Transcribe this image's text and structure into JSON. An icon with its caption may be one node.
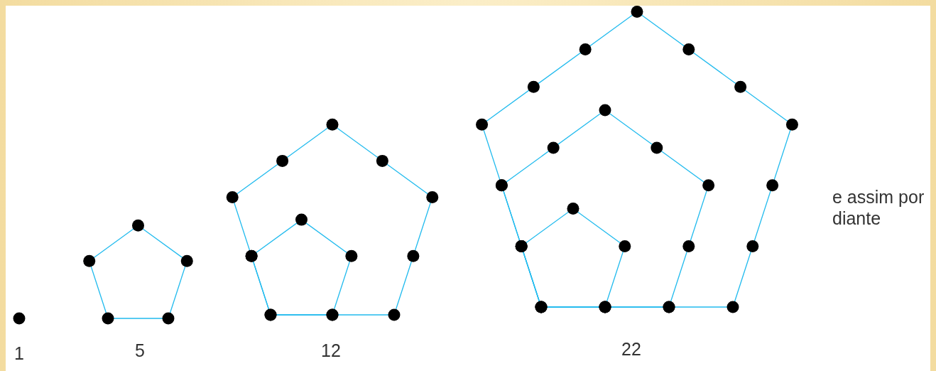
{
  "diagram": {
    "labels": [
      "e assim por diante",
      "1",
      "5",
      "12",
      "22"
    ]
  }
}
